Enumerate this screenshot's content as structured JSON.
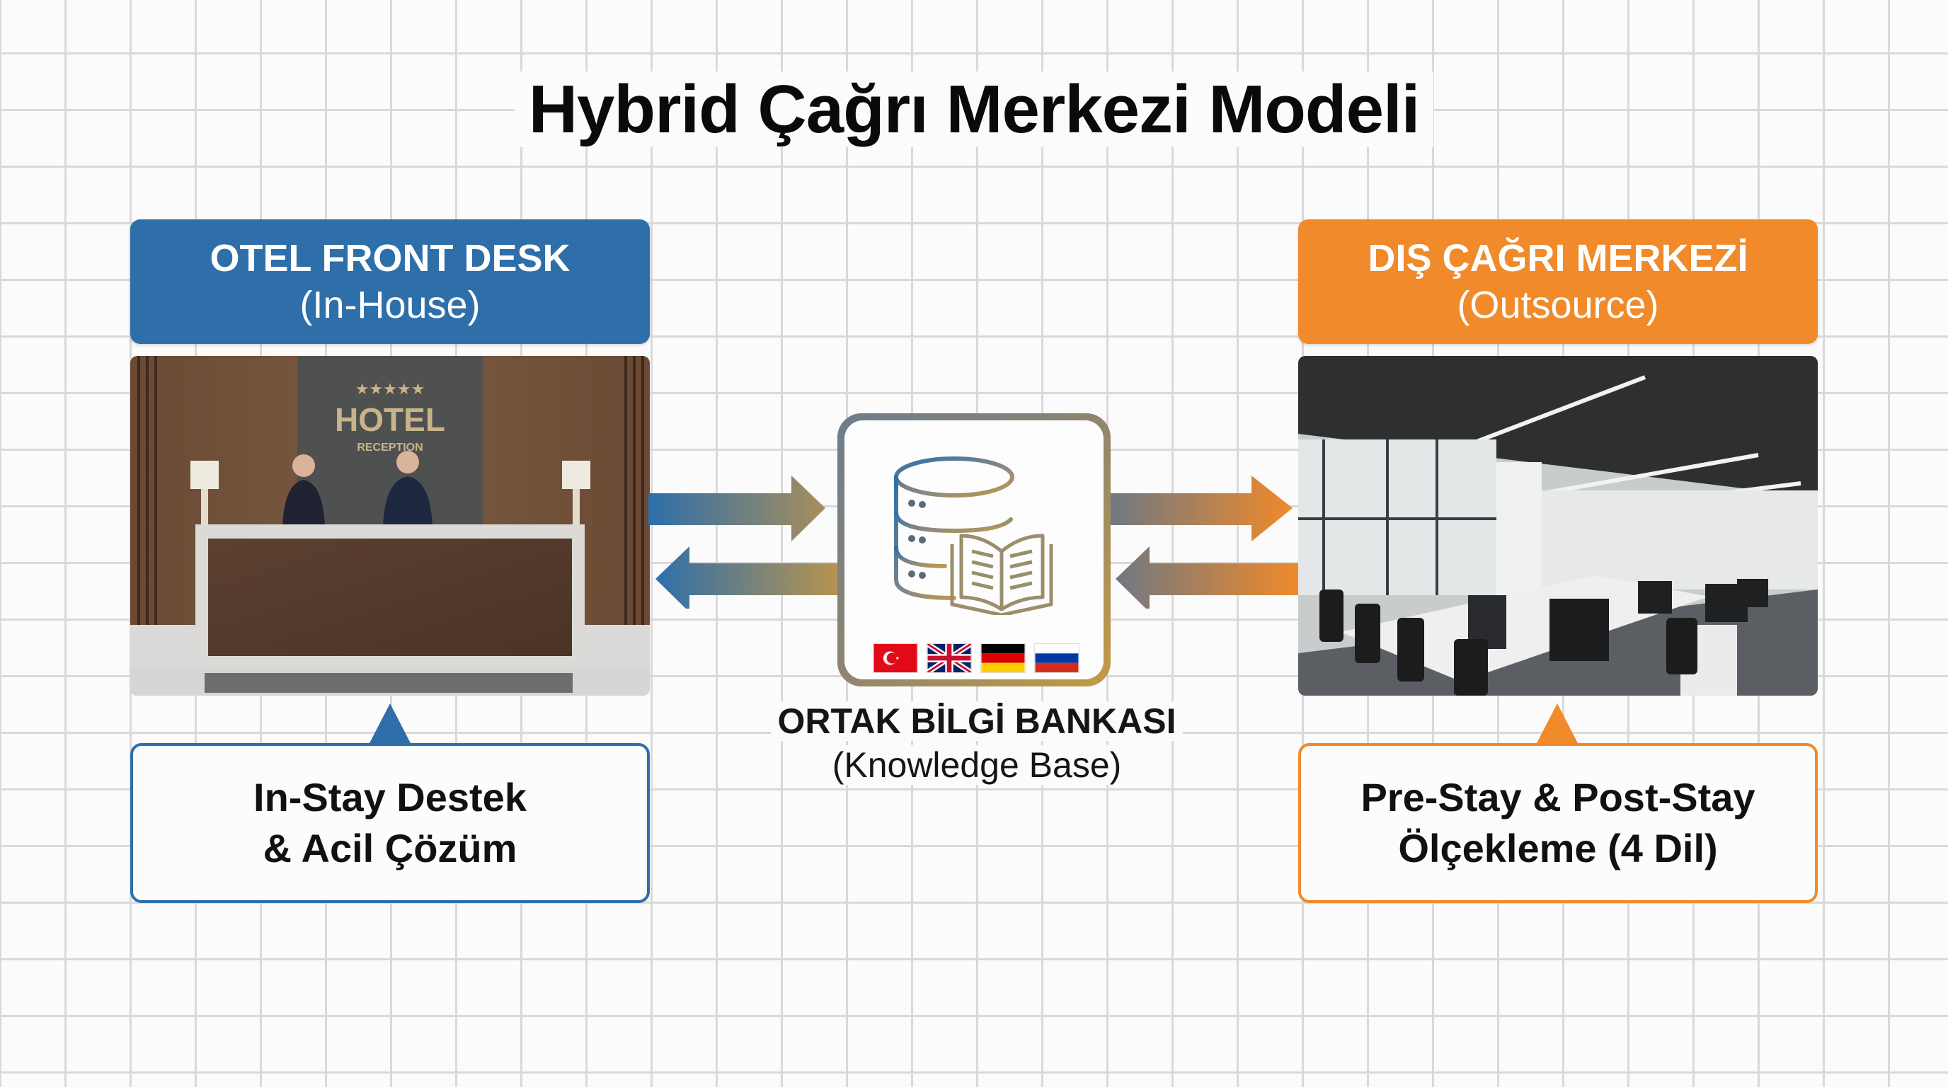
{
  "title": "Hybrid Çağrı Merkezi Modeli",
  "left_panel": {
    "header_title": "OTEL FRONT DESK",
    "header_subtitle": "(In-House)",
    "photo": {
      "sign_stars": "★★★★★",
      "sign_text": "HOTEL",
      "sign_subtext": "RECEPTION"
    },
    "description_line1": "In-Stay Destek",
    "description_line2": "& Acil Çözüm",
    "color": "#2e6faa"
  },
  "right_panel": {
    "header_title": "DIŞ ÇAĞRI MERKEZİ",
    "header_subtitle": "(Outsource)",
    "description_line1": "Pre-Stay & Post-Stay",
    "description_line2": "Ölçekleme (4 Dil)",
    "color": "#f08a2a"
  },
  "center": {
    "label_title": "ORTAK BİLGİ BANKASI",
    "label_subtitle": "(Knowledge Base)",
    "icon": "database-book-icon",
    "flags": [
      "turkey",
      "united-kingdom",
      "germany",
      "russia"
    ],
    "gradient_colors": [
      "#6c7d8e",
      "#c49a45"
    ]
  },
  "connectors": {
    "left_to_center": "arrow-right-icon",
    "center_to_left": "arrow-left-icon",
    "center_to_right": "arrow-right-icon",
    "right_to_center": "arrow-left-icon"
  }
}
